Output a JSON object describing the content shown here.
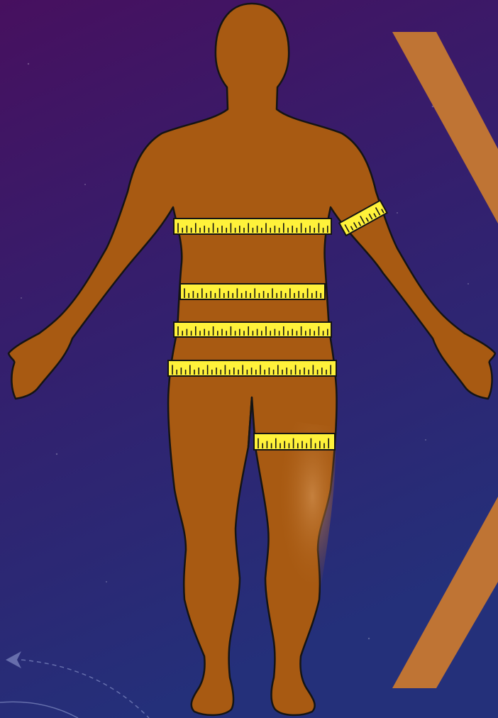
{
  "colors": {
    "background_top": "#47105f",
    "background_mid": "#33206e",
    "background_bottom": "#24307a",
    "body_fill": "#a85a12",
    "body_highlight": "#c98a46",
    "chevron": "#bf7434",
    "tape_fill": "#fff23a",
    "outline": "#141414"
  },
  "figure": {
    "description_icon": "body-silhouette",
    "tapes": [
      {
        "name": "chest-tape"
      },
      {
        "name": "upper-arm-tape"
      },
      {
        "name": "waist-tape"
      },
      {
        "name": "abdomen-tape"
      },
      {
        "name": "hip-tape"
      },
      {
        "name": "thigh-tape"
      }
    ]
  }
}
